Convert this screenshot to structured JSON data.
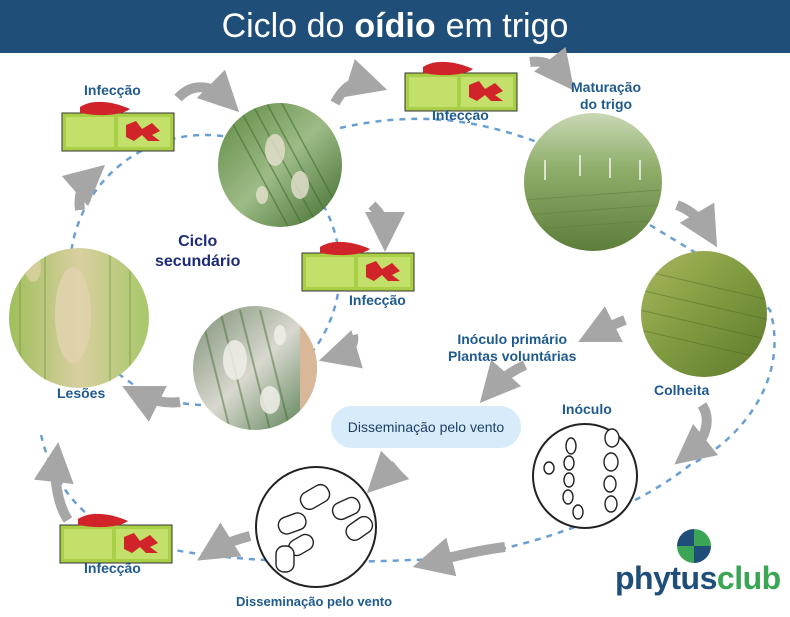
{
  "title": {
    "prefix": "Ciclo do",
    "bold": "oídio",
    "suffix": "em trigo"
  },
  "labels": {
    "infeccao_top_left": "Infecção",
    "infeccao_top_center": "Infecção",
    "infeccao_middle": "Infecção",
    "infeccao_bottom_left": "Infecção",
    "maturacao_line1": "Maturação",
    "maturacao_line2": "do trigo",
    "ciclo_line1": "Ciclo",
    "ciclo_line2": "secundário",
    "inoculo_primario_line1": "Inóculo primário",
    "inoculo_primario_line2": "Plantas voluntárias",
    "lesoes": "Lesões",
    "colheita": "Colheita",
    "inoculo": "Inóculo",
    "disseminacao_box": "Disseminação pelo vento",
    "disseminacao_bottom": "Disseminação pelo vento"
  },
  "logo": {
    "part1": "phytus",
    "part2": "club"
  },
  "colors": {
    "title_bar": "#1f4e79",
    "label_text": "#1f5a8f",
    "secondary_cycle_text": "#1d2a78",
    "arrow_gray": "#a6a6a6",
    "dashed_path": "#6a9fd4",
    "leaf_green": "#a8cf45",
    "pathogen_red": "#d0232a",
    "dissemination_box": "#d7ebfa",
    "logo_blue": "#1f4e79",
    "logo_green": "#3aa655"
  }
}
